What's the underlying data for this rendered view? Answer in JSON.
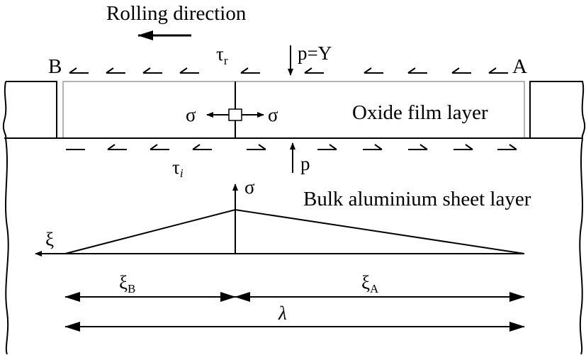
{
  "labels": {
    "rolling_direction": "Rolling direction",
    "point_b": "B",
    "point_a": "A",
    "tau_r_symbol": "τ",
    "tau_r_sub": "r",
    "tau_i_symbol": "τ",
    "tau_i_sub": "i",
    "pressure_top": "p=Y",
    "pressure_bottom": "p",
    "sigma_left": "σ",
    "sigma_right": "σ",
    "sigma_axis": "σ",
    "oxide_film_layer": "Oxide film layer",
    "bulk_layer": "Bulk aluminium sheet layer",
    "xi_axis": "ξ",
    "xi_b_symbol": "ξ",
    "xi_b_sub": "B",
    "xi_a_symbol": "ξ",
    "xi_a_sub": "A",
    "lambda": "λ"
  },
  "colors": {
    "ink": "#000000",
    "film_outline": "#9a9a9a",
    "background": "#ffffff"
  }
}
